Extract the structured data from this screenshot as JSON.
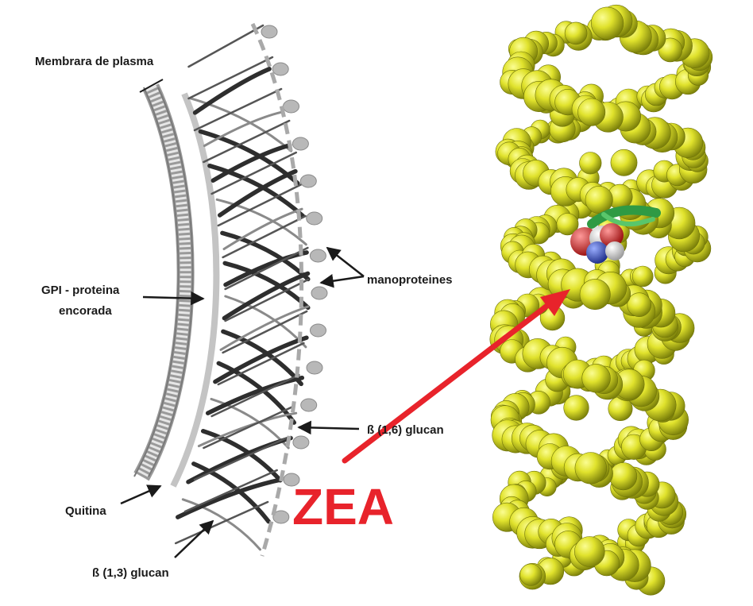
{
  "labels": {
    "membrana": "Membrara de plasma",
    "gpi_line1": "GPI - proteina",
    "gpi_line2": "encorada",
    "manoproteines": "manoproteines",
    "beta16": "ß (1,6) glucan",
    "quitina": "Quitina",
    "beta13": "ß (1,3) glucan",
    "zea": "ZEA"
  },
  "colors": {
    "arrow_red": "#e8232b",
    "helix_yellow": "#e3e531",
    "helix_dark": "#8f9410",
    "ligand_green": "#2f9a44",
    "ligand_red": "#cc2222",
    "ligand_white": "#eeeeee",
    "ligand_blue": "#3a58c7",
    "fiber_dark": "#2e2e2e",
    "membrane_gray": "#9a9a9a"
  }
}
